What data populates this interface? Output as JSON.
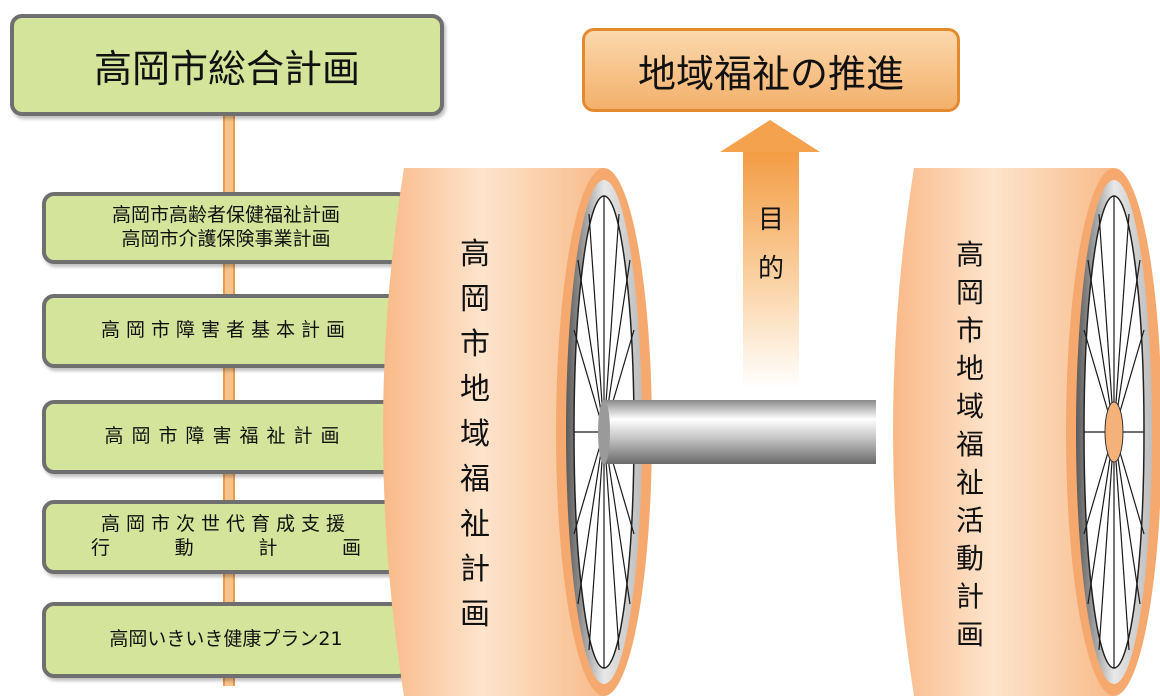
{
  "main_plan": {
    "label": "高岡市総合計画"
  },
  "sub_plans": [
    {
      "lines": [
        "高岡市高齢者保健福祉計画",
        "高岡市介護保険事業計画"
      ]
    },
    {
      "lines": [
        "高岡市障害者基本計画"
      ]
    },
    {
      "lines": [
        "高岡市障害福祉計画"
      ]
    },
    {
      "line1": "高岡市次世代育成支援",
      "line2": [
        "行",
        "動",
        "計",
        "画"
      ]
    },
    {
      "lines": [
        "高岡いきいき健康プラン21"
      ]
    }
  ],
  "goal": {
    "label": "地域福祉の推進"
  },
  "arrow": {
    "label": [
      "目",
      "的"
    ]
  },
  "left_wheel": {
    "label": [
      "高",
      "岡",
      "市",
      "地",
      "域",
      "福",
      "祉",
      "計",
      "画"
    ]
  },
  "right_wheel": {
    "label": [
      "高",
      "岡",
      "市",
      "地",
      "域",
      "福",
      "祉",
      "活",
      "動",
      "計",
      "画"
    ]
  },
  "colors": {
    "box_fill": "#d4e59b",
    "box_border": "#6f6f6f",
    "wheel_fill": "#fbc89a",
    "goal_border": "#e48a2e",
    "arrow": "#f39c43"
  }
}
